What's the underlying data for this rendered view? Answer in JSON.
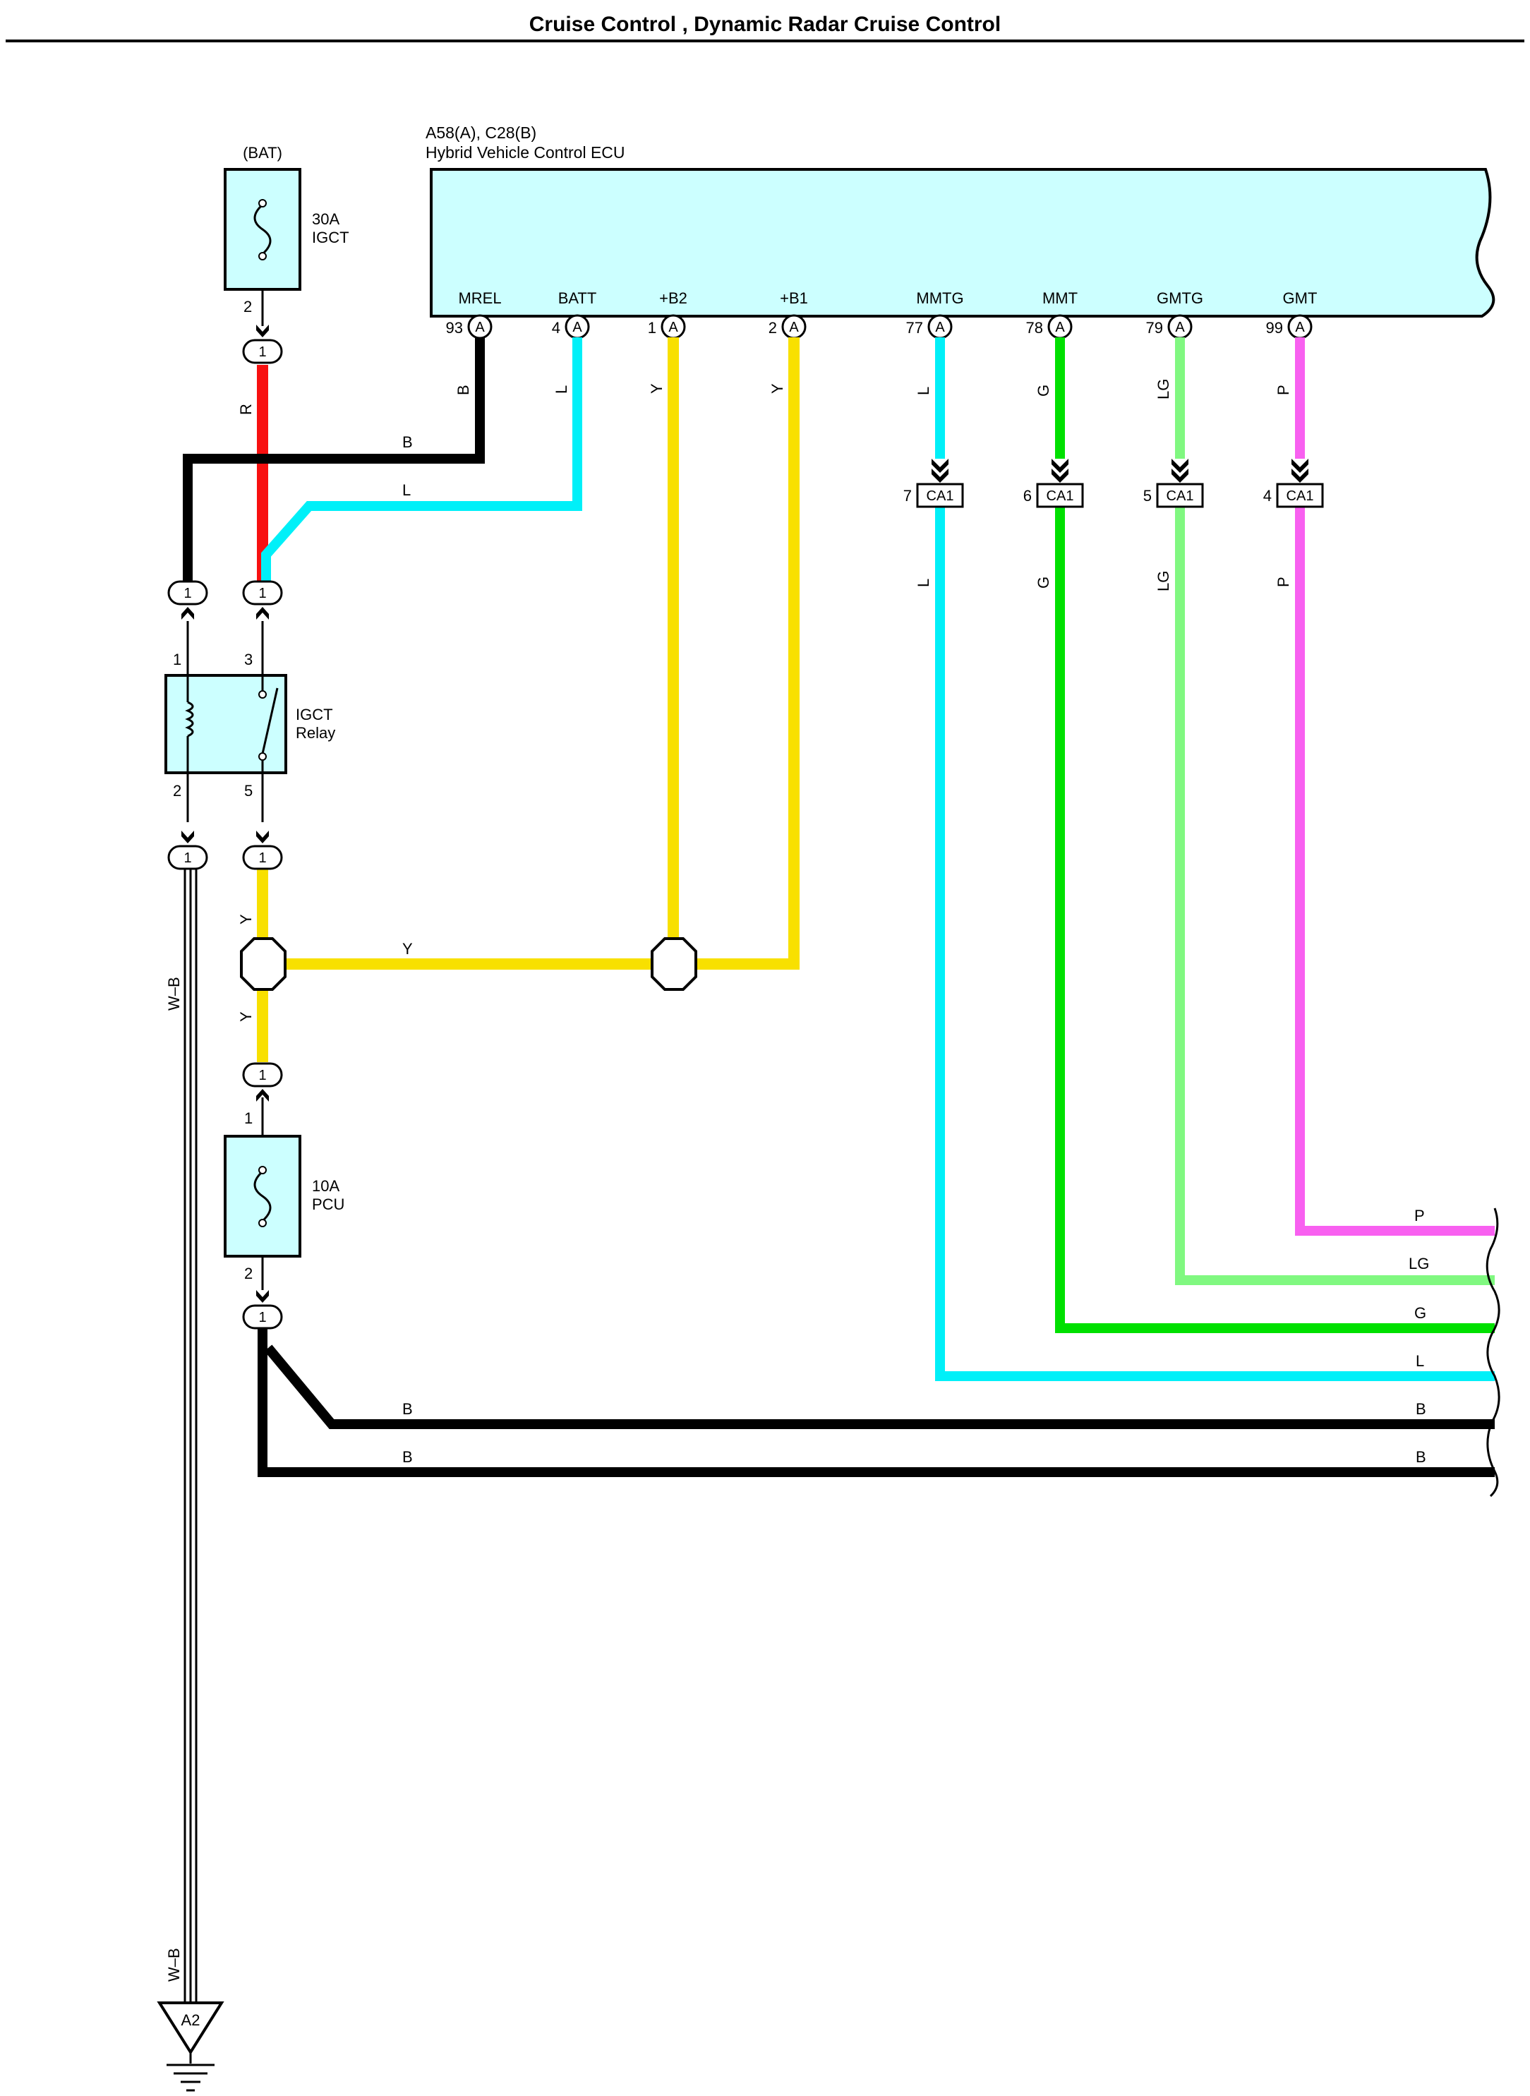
{
  "title": "Cruise Control , Dynamic Radar Cruise Control",
  "ecu": {
    "connector_ids": "A58(A), C28(B)",
    "name": "Hybrid Vehicle Control ECU",
    "connector_letter": "A",
    "terminals": [
      {
        "name": "MREL",
        "pin": "93",
        "color": "#000000",
        "wire": "B"
      },
      {
        "name": "BATT",
        "pin": "4",
        "color": "#00f0f8",
        "wire": "L"
      },
      {
        "name": "+B2",
        "pin": "1",
        "color": "#f8e000",
        "wire": "Y"
      },
      {
        "name": "+B1",
        "pin": "2",
        "color": "#f8e000",
        "wire": "Y"
      },
      {
        "name": "MMTG",
        "pin": "77",
        "color": "#00f0f8",
        "wire": "L"
      },
      {
        "name": "MMT",
        "pin": "78",
        "color": "#00e000",
        "wire": "G"
      },
      {
        "name": "GMTG",
        "pin": "79",
        "color": "#80f880",
        "wire": "LG"
      },
      {
        "name": "GMT",
        "pin": "99",
        "color": "#f860f0",
        "wire": "P"
      }
    ]
  },
  "fuse_igct": {
    "source": "(BAT)",
    "rating": "30A",
    "name": "IGCT",
    "pin_out": "2"
  },
  "fuse_pcu": {
    "rating": "10A",
    "name": "PCU",
    "pin_in": "1",
    "pin_out": "2"
  },
  "relay": {
    "name_line1": "IGCT",
    "name_line2": "Relay",
    "pin1": "1",
    "pin3": "3",
    "pin2": "2",
    "pin5": "5"
  },
  "junction_pin": "1",
  "inline_connector": {
    "id": "CA1",
    "pins": [
      "7",
      "6",
      "5",
      "4"
    ]
  },
  "wire_labels": {
    "R": "R",
    "B": "B",
    "L": "L",
    "Y": "Y",
    "G": "G",
    "LG": "LG",
    "P": "P",
    "WB": "W–B"
  },
  "ground": {
    "id": "A2"
  },
  "colors": {
    "ecu_fill": "#ccffff",
    "cyan": "#00f0f8",
    "yellow": "#f8e000",
    "green": "#00e000",
    "light_green": "#80f880",
    "pink": "#f860f0",
    "red": "#f81010",
    "black": "#000000"
  }
}
